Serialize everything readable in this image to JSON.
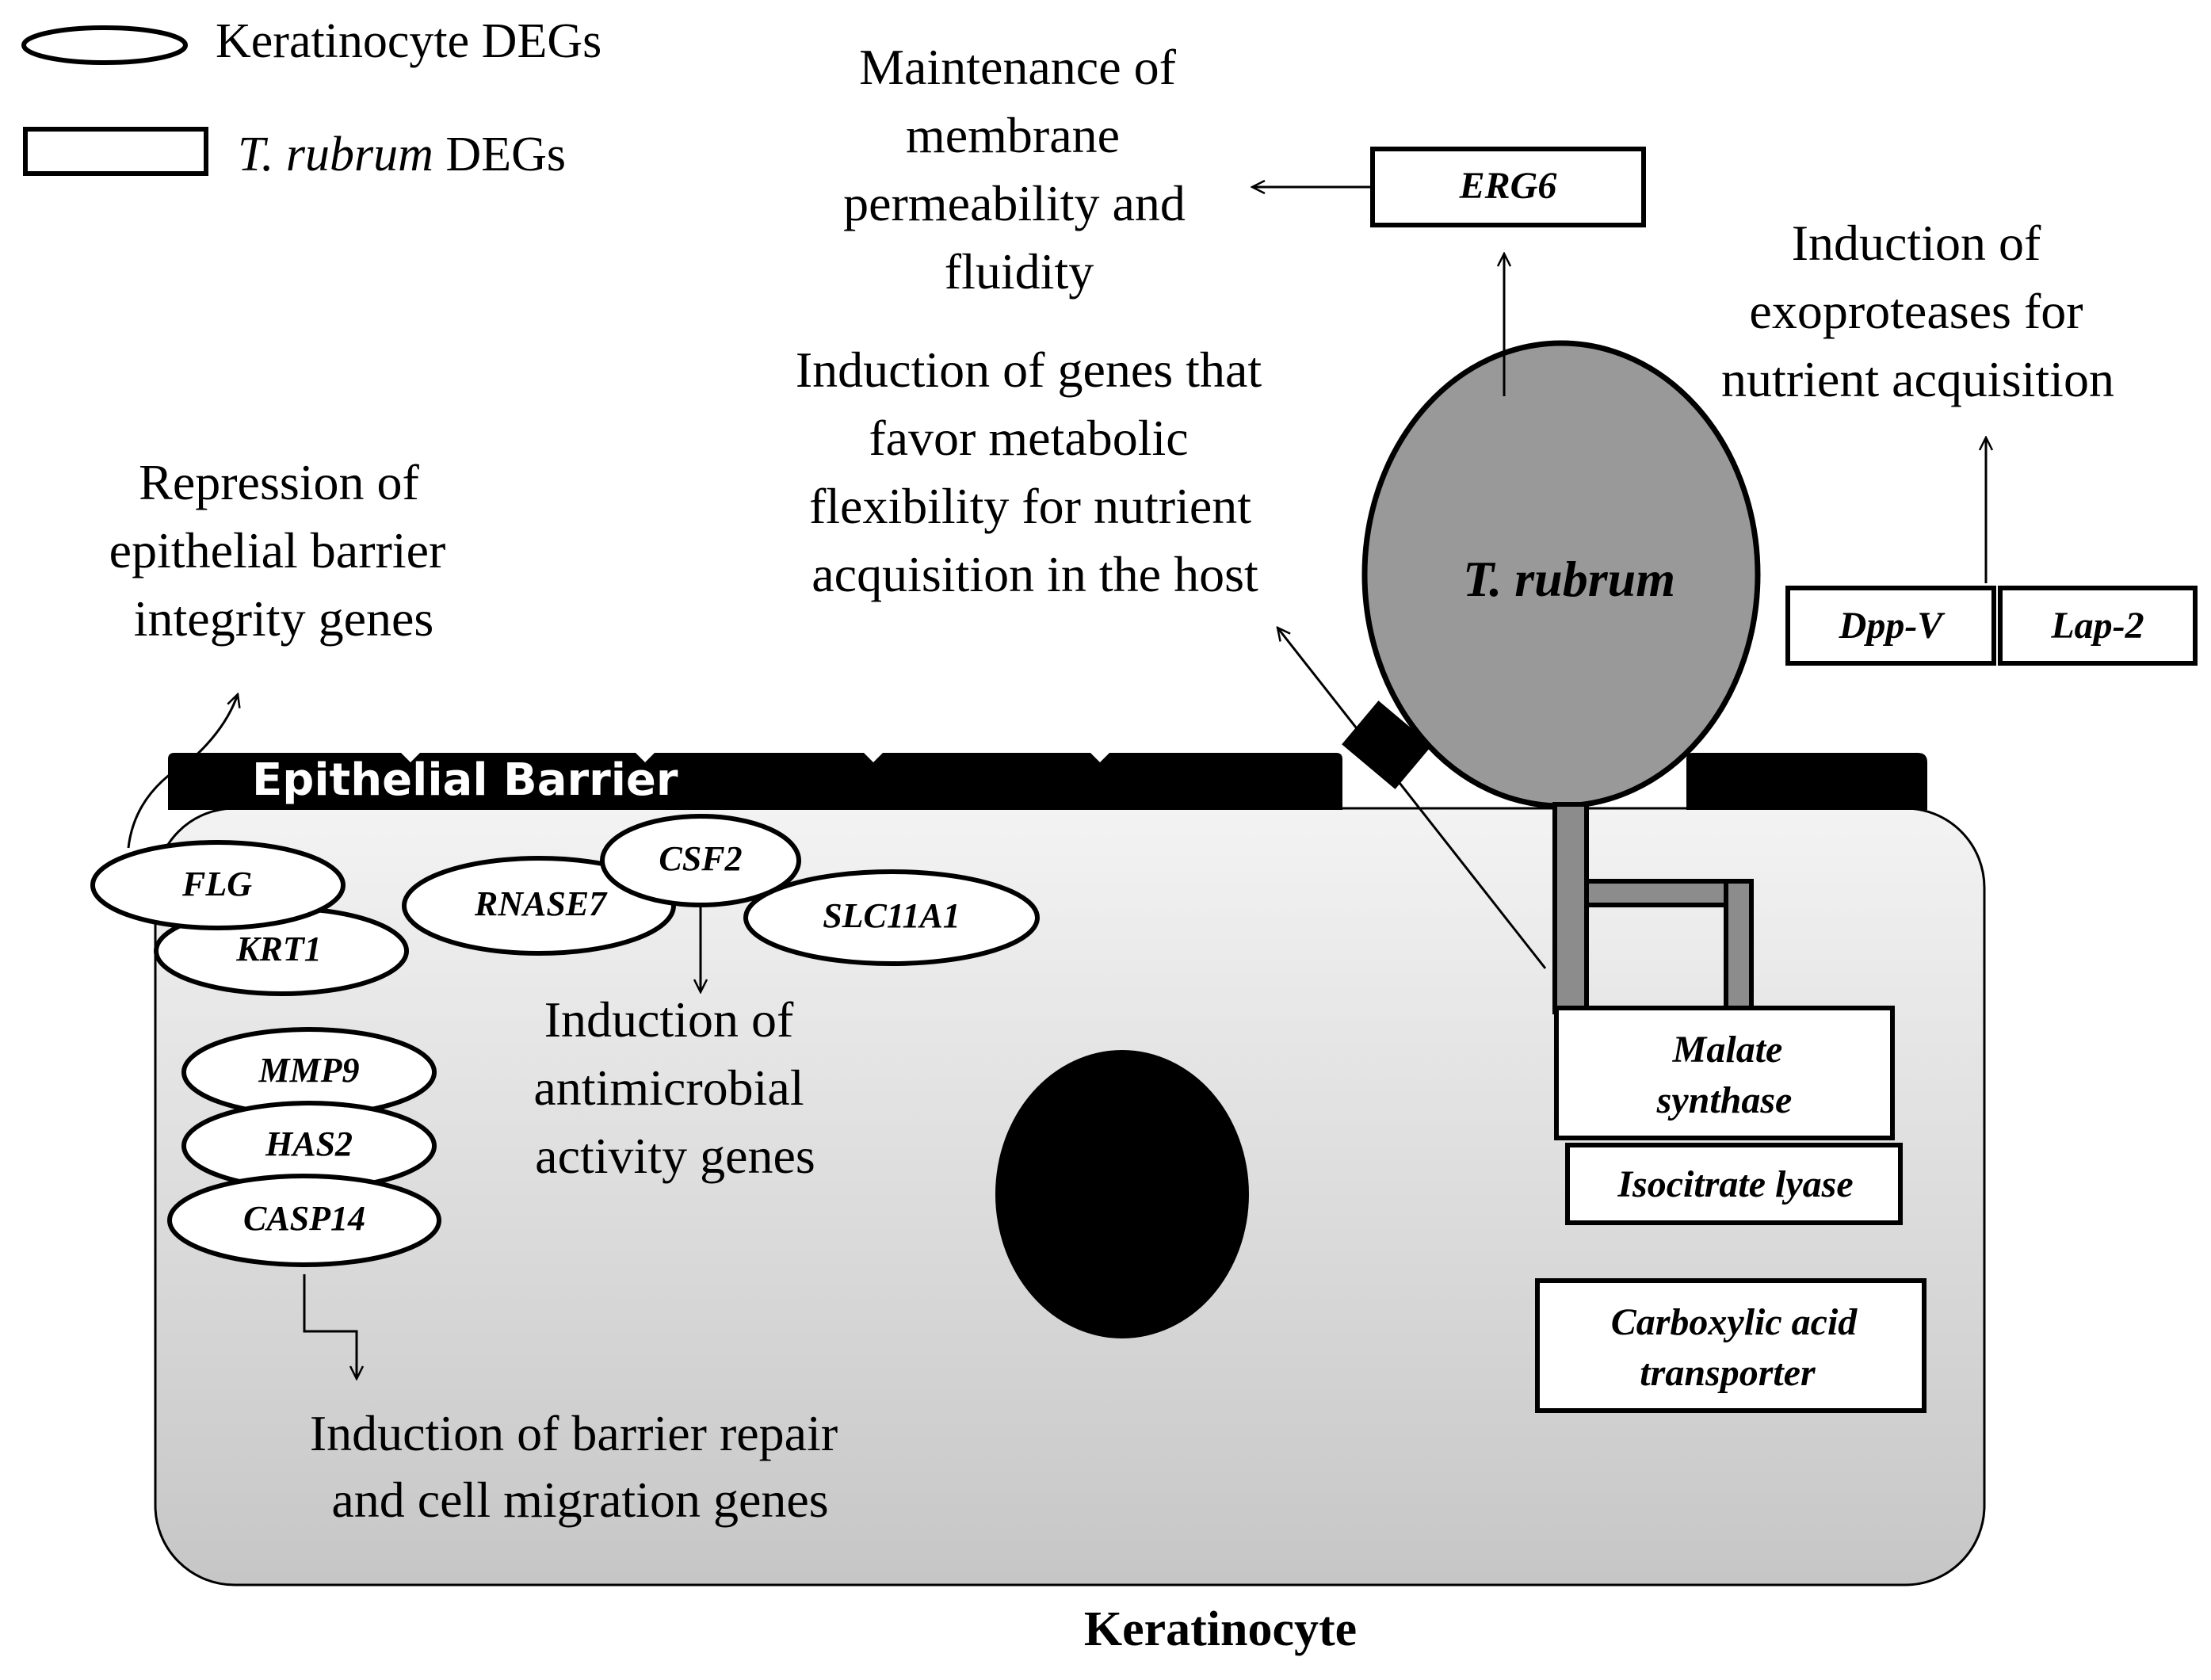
{
  "legend": {
    "keratinocyte_label": "Keratinocyte DEGs",
    "trubrum_label_italic": "T. rubrum",
    "trubrum_label_rest": " DEGs"
  },
  "barrier": {
    "label": "Epithelial Barrier"
  },
  "cell": {
    "label": "Keratinocyte"
  },
  "organism": {
    "label": "T. rubrum"
  },
  "keratinocyte_genes": {
    "flg": "FLG",
    "krt1": "KRT1",
    "rnase7": "RNASE7",
    "csf2": "CSF2",
    "slc11a1": "SLC11A1",
    "mmp9": "MMP9",
    "has2": "HAS2",
    "casp14": "CASP14"
  },
  "trubrum_genes": {
    "erg6": "ERG6",
    "dppv": "Dpp-V",
    "lap2": "Lap-2",
    "malate": [
      "Malate",
      "synthase"
    ],
    "isocitrate": "Isocitrate lyase",
    "carboxylic": [
      "Carboxylic acid",
      "transporter"
    ]
  },
  "annotations": {
    "membrane": [
      "Maintenance of",
      "membrane",
      "permeability and",
      "fluidity"
    ],
    "metabolic": [
      "Induction of genes that",
      "favor metabolic",
      "flexibility  for nutrient",
      "acquisition in the host"
    ],
    "exoproteases": [
      "Induction of",
      "exoproteases for",
      "nutrient acquisition"
    ],
    "repression": [
      "Repression of",
      "epithelial barrier",
      "integrity genes"
    ],
    "antimicrobial": [
      "Induction of",
      "antimicrobial",
      "activity genes"
    ],
    "repair": [
      "Induction of barrier repair",
      "and cell migration  genes"
    ]
  },
  "colors": {
    "cell_fill_top": "#f2f2f2",
    "cell_fill_bottom": "#c8c8c8",
    "organism_fill": "#999999",
    "barrier_fill": "#000000",
    "nucleus_fill": "#000000"
  }
}
